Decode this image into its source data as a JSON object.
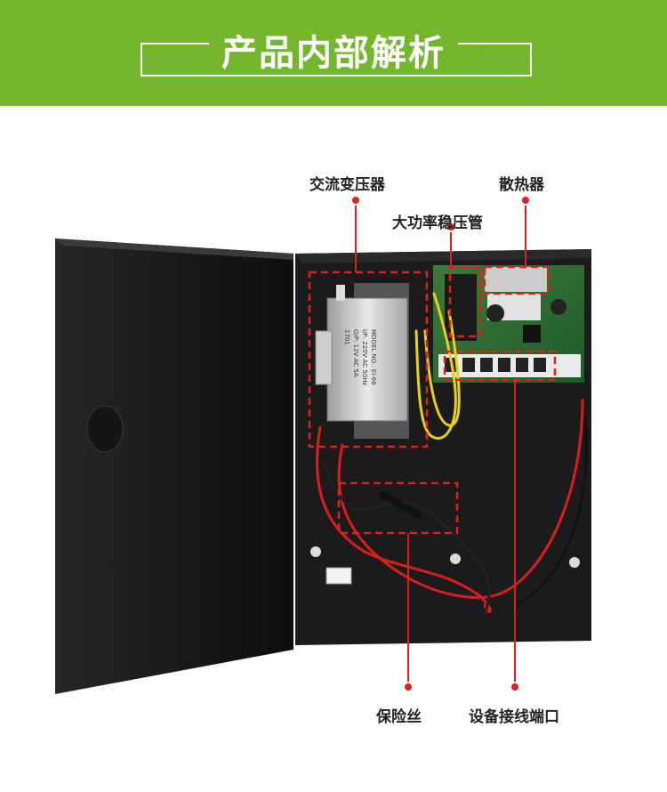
{
  "banner": {
    "title": "产品内部解析"
  },
  "labels": {
    "transformer": "交流变压器",
    "heatsink": "散热器",
    "regulator": "大功率稳压管",
    "fuse": "保险丝",
    "terminal": "设备接线端口"
  },
  "transformer_plate": [
    "MODEL NO.: EI-66",
    "I/P: 220V AC 50Hz",
    "O/P: 12V AC 5A",
    "1701"
  ],
  "colors": {
    "banner": "#74b72e",
    "callout": "#e0201c",
    "box": "#1c1c1c"
  }
}
